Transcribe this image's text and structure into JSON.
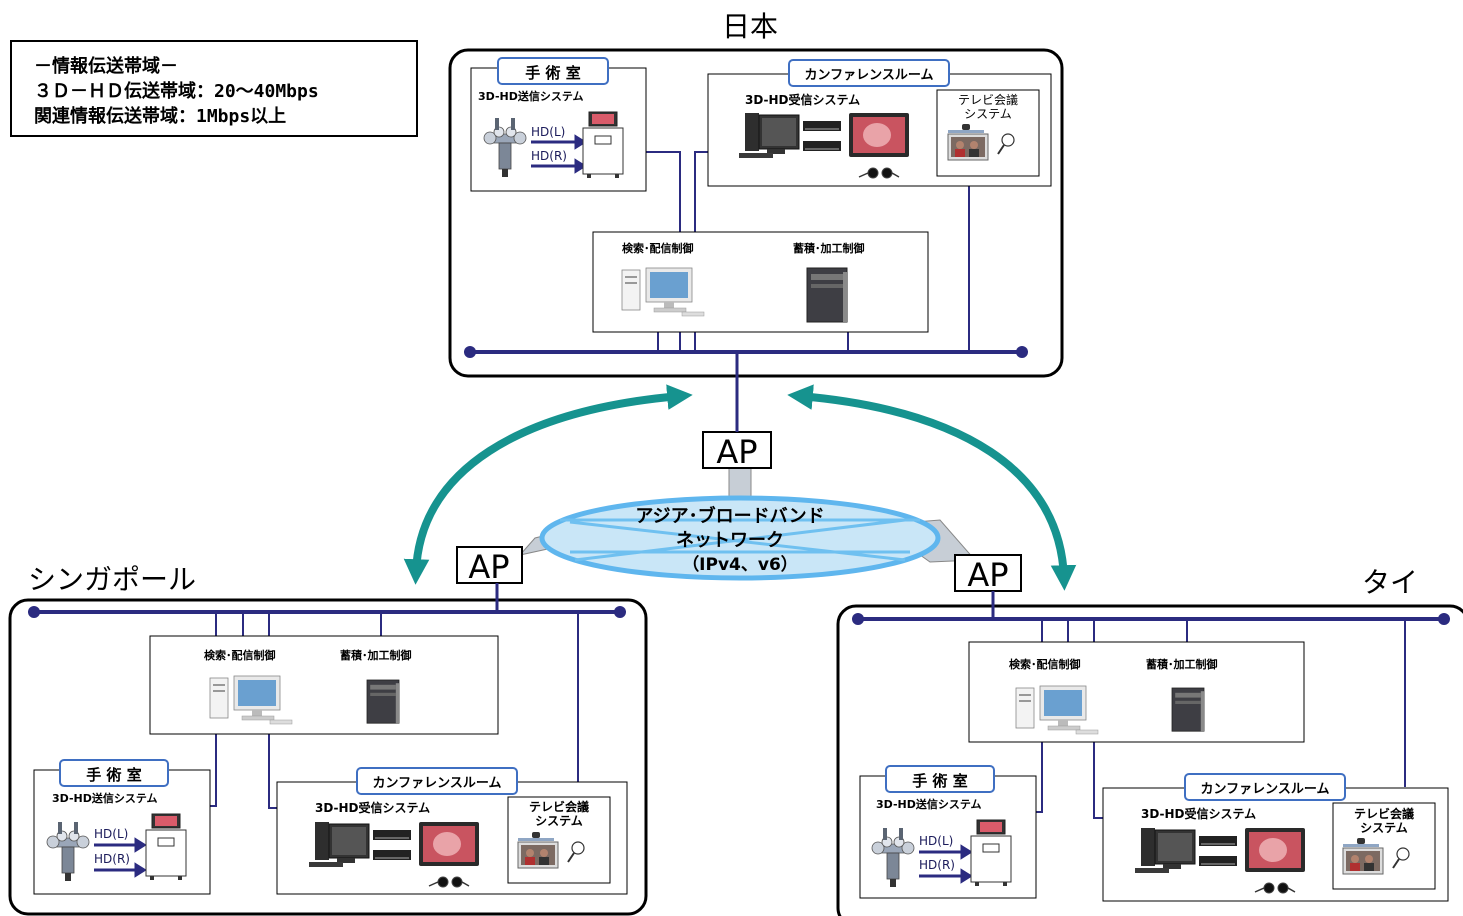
{
  "legend": {
    "title": "－情報伝送帯域－",
    "line1": "３Ｄ－ＨＤ伝送帯域：20～40Mbps",
    "line2": "関連情報伝送帯域：1Mbps以上"
  },
  "network": {
    "line1": "アジア･ブロードバンド",
    "line2": "ネットワーク",
    "line3": "（IPv4、v6）",
    "ap_label": "AP"
  },
  "sites": {
    "japan": {
      "name": "日本"
    },
    "singapore": {
      "name": "シンガポール"
    },
    "thailand": {
      "name": "タイ"
    }
  },
  "labels": {
    "operating_room": "手 術 室",
    "sender_system": "3D-HD送信システム",
    "hd_left": "HD(L)",
    "hd_right": "HD(R)",
    "conference_room": "カンファレンスルーム",
    "receiver_system": "3D-HD受信システム",
    "tv_conf_line1": "テレビ会議",
    "tv_conf_line2": "システム",
    "search_control": "検索･配信制御",
    "storage_control": "蓄積･加工制御"
  },
  "colors": {
    "network_line": "#2b2b80",
    "arrow": "#16938f",
    "cloud_fill": "#c9e6f7",
    "cloud_stroke": "#5fb6ee",
    "label_border": "#3f6fc2"
  }
}
